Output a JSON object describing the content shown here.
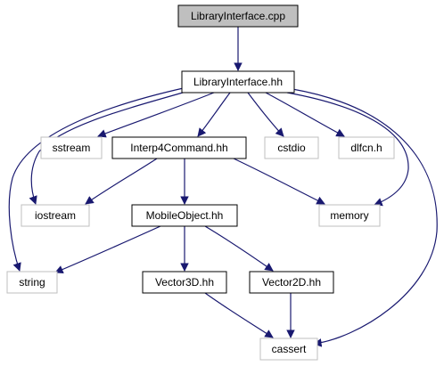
{
  "diagram": {
    "colors": {
      "background": "#ffffff",
      "edge": "#191970",
      "root_fill": "#bfbfbf",
      "root_border": "#000000",
      "local_border": "#000000",
      "system_border": "#bfbfbf",
      "text": "#000000"
    },
    "nodes": [
      {
        "id": "libraryinterface-cpp",
        "label": "LibraryInterface.cpp",
        "kind": "root"
      },
      {
        "id": "libraryinterface-hh",
        "label": "LibraryInterface.hh",
        "kind": "local"
      },
      {
        "id": "sstream",
        "label": "sstream",
        "kind": "system"
      },
      {
        "id": "interp4command-hh",
        "label": "Interp4Command.hh",
        "kind": "local"
      },
      {
        "id": "cstdio",
        "label": "cstdio",
        "kind": "system"
      },
      {
        "id": "dlfcn-h",
        "label": "dlfcn.h",
        "kind": "system"
      },
      {
        "id": "iostream",
        "label": "iostream",
        "kind": "system"
      },
      {
        "id": "mobileobject-hh",
        "label": "MobileObject.hh",
        "kind": "local"
      },
      {
        "id": "memory",
        "label": "memory",
        "kind": "system"
      },
      {
        "id": "string",
        "label": "string",
        "kind": "system"
      },
      {
        "id": "vector3d-hh",
        "label": "Vector3D.hh",
        "kind": "local"
      },
      {
        "id": "vector2d-hh",
        "label": "Vector2D.hh",
        "kind": "local"
      },
      {
        "id": "cassert",
        "label": "cassert",
        "kind": "system"
      }
    ],
    "edges": [
      {
        "from": "libraryinterface-cpp",
        "to": "libraryinterface-hh"
      },
      {
        "from": "libraryinterface-hh",
        "to": "string"
      },
      {
        "from": "libraryinterface-hh",
        "to": "iostream"
      },
      {
        "from": "libraryinterface-hh",
        "to": "sstream"
      },
      {
        "from": "libraryinterface-hh",
        "to": "interp4command-hh"
      },
      {
        "from": "libraryinterface-hh",
        "to": "cstdio"
      },
      {
        "from": "libraryinterface-hh",
        "to": "dlfcn-h"
      },
      {
        "from": "libraryinterface-hh",
        "to": "memory"
      },
      {
        "from": "libraryinterface-hh",
        "to": "cassert"
      },
      {
        "from": "interp4command-hh",
        "to": "iostream"
      },
      {
        "from": "interp4command-hh",
        "to": "mobileobject-hh"
      },
      {
        "from": "interp4command-hh",
        "to": "memory"
      },
      {
        "from": "mobileobject-hh",
        "to": "string"
      },
      {
        "from": "mobileobject-hh",
        "to": "vector3d-hh"
      },
      {
        "from": "mobileobject-hh",
        "to": "vector2d-hh"
      },
      {
        "from": "vector3d-hh",
        "to": "cassert"
      },
      {
        "from": "vector2d-hh",
        "to": "cassert"
      }
    ]
  }
}
